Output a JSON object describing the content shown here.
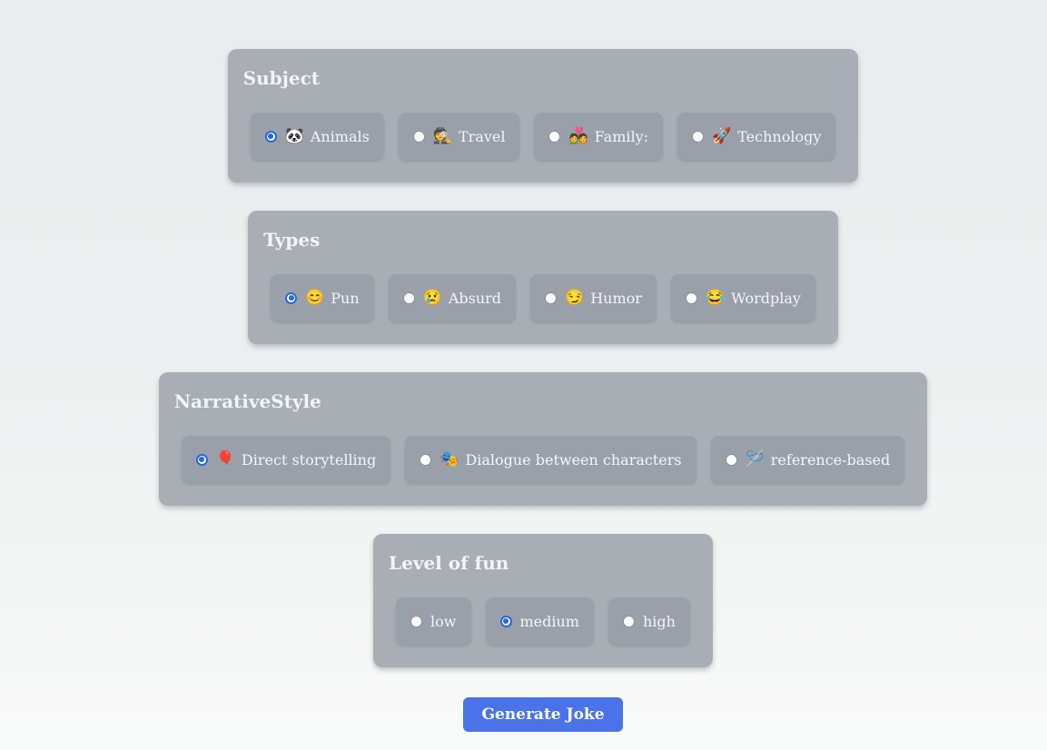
{
  "colors": {
    "background_top": "#eaedee",
    "background_bottom": "#f9fafa",
    "card_background": "#a9aeb5",
    "option_background": "#9aa0a9",
    "radio_selected_blue": "#2a66e0",
    "button_blue": "#4a73e9",
    "text_light": "#f4f5f7"
  },
  "sections": [
    {
      "title": "Subject",
      "options": [
        {
          "icon": "🐼",
          "icon_name": "panda-icon",
          "label": "Animals",
          "selected": true
        },
        {
          "icon": "🕵️",
          "icon_name": "detective-icon",
          "label": "Travel",
          "selected": false
        },
        {
          "icon": "💑",
          "icon_name": "couple-heart-icon",
          "label": "Family:",
          "selected": false
        },
        {
          "icon": "🚀",
          "icon_name": "rocket-icon",
          "label": "Technology",
          "selected": false
        }
      ]
    },
    {
      "title": "Types",
      "options": [
        {
          "icon": "😊",
          "icon_name": "smiling-face-icon",
          "label": "Pun",
          "selected": true
        },
        {
          "icon": "😢",
          "icon_name": "crying-face-icon",
          "label": "Absurd",
          "selected": false
        },
        {
          "icon": "😏",
          "icon_name": "smirking-face-icon",
          "label": "Humor",
          "selected": false
        },
        {
          "icon": "😂",
          "icon_name": "laughing-tears-icon",
          "label": "Wordplay",
          "selected": false
        }
      ]
    },
    {
      "title": "NarrativeStyle",
      "options": [
        {
          "icon": "🎈",
          "icon_name": "balloon-icon",
          "label": "Direct storytelling",
          "selected": true
        },
        {
          "icon": "🎭",
          "icon_name": "theater-masks-icon",
          "label": "Dialogue between characters",
          "selected": false
        },
        {
          "icon": "🪡",
          "icon_name": "needle-thread-icon",
          "label": "reference-based",
          "selected": false
        }
      ]
    },
    {
      "title": "Level of fun",
      "options": [
        {
          "icon": "",
          "icon_name": "",
          "label": "low",
          "selected": false
        },
        {
          "icon": "",
          "icon_name": "",
          "label": "medium",
          "selected": true
        },
        {
          "icon": "",
          "icon_name": "",
          "label": "high",
          "selected": false
        }
      ]
    }
  ],
  "generate_button": {
    "label": "Generate Joke"
  }
}
